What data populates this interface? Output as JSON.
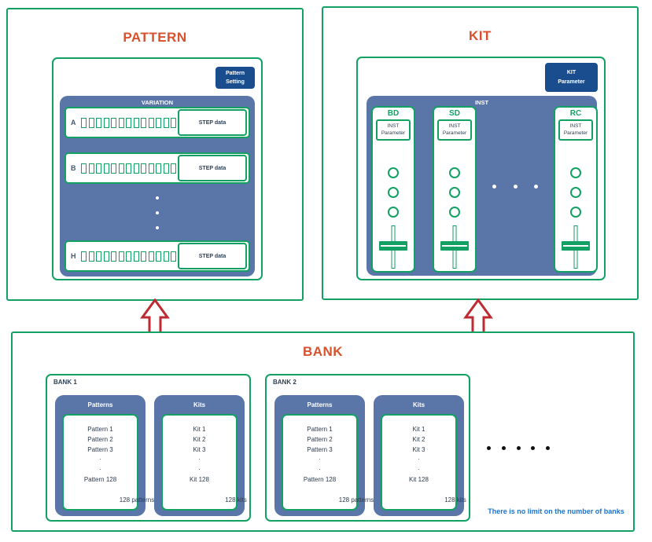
{
  "colors": {
    "border_green": "#13a163",
    "panel_slate_blue": "#5a76a8",
    "badge_navy": "#1a4d8d",
    "title_orange": "#d8512d",
    "arrow_red": "#bd2a31",
    "note_blue": "#1873cf",
    "text_dark": "#2e4156"
  },
  "pattern_box": {
    "title": "PATTERN",
    "badge": {
      "line1": "Pattern",
      "line2": "Setting"
    },
    "variation": {
      "header": "VARIATION",
      "steps_per_row": 13,
      "rows": [
        {
          "label": "A",
          "step_label": "STEP data"
        },
        {
          "label": "B",
          "step_label": "STEP data"
        },
        {
          "label": "H",
          "step_label": "STEP data"
        }
      ]
    }
  },
  "kit_box": {
    "title": "KIT",
    "badge": {
      "line1": "KIT",
      "line2": "Parameter"
    },
    "inst": {
      "header": "INST",
      "columns": [
        {
          "label": "BD",
          "param_line1": "INST",
          "param_line2": "Parameter"
        },
        {
          "label": "SD",
          "param_line1": "INST",
          "param_line2": "Parameter"
        },
        {
          "label": "RC",
          "param_line1": "INST",
          "param_line2": "Parameter"
        }
      ]
    }
  },
  "bank_box": {
    "title": "BANK",
    "note": "There is no limit on the number of banks",
    "banks": [
      {
        "label": "BANK 1",
        "panels": [
          {
            "header": "Patterns",
            "items": [
              "Pattern 1",
              "Pattern 2",
              "Pattern 3",
              "·",
              "·",
              "Pattern 128"
            ],
            "footer": "128 patterns"
          },
          {
            "header": "Kits",
            "items": [
              "Kit 1",
              "Kit 2",
              "Kit 3",
              "·",
              "·",
              "Kit 128"
            ],
            "footer": "128 kits"
          }
        ]
      },
      {
        "label": "BANK 2",
        "panels": [
          {
            "header": "Patterns",
            "items": [
              "Pattern 1",
              "Pattern 2",
              "Pattern 3",
              "·",
              "·",
              "Pattern 128"
            ],
            "footer": "128 patterns"
          },
          {
            "header": "Kits",
            "items": [
              "Kit 1",
              "Kit 2",
              "Kit 3",
              "·",
              "·",
              "Kit 128"
            ],
            "footer": "128 kits"
          }
        ]
      }
    ]
  }
}
